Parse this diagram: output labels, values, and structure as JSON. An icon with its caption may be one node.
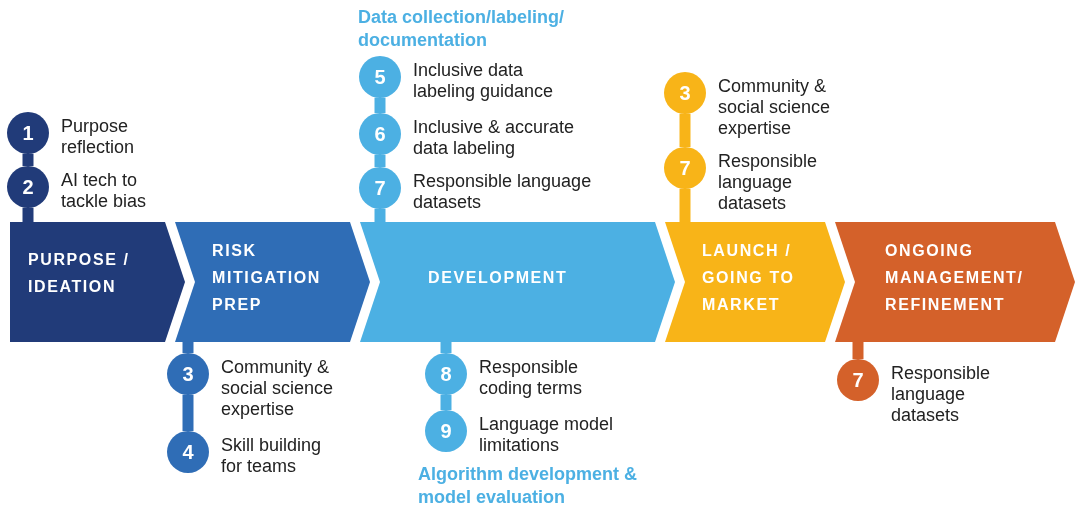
{
  "diagram": {
    "nodes": [
      {
        "text": [
          "PURPOSE / IDEATION"
        ]
      },
      {
        "text": [
          "RISK MITIGATION PREP"
        ]
      },
      {
        "text": [
          "DEVELOPMENT"
        ]
      },
      {
        "text": [
          "LAUNCH / GOING TO MARKET"
        ]
      },
      {
        "text": [
          "ONGOING MANAGEMENT/ REFINEMENT"
        ]
      },
      {
        "text": [
          "1"
        ],
        "beside": [
          "Purpose reflection"
        ]
      },
      {
        "text": [
          "2"
        ],
        "beside": [
          "AI tech to tackle bias"
        ]
      },
      {
        "text": [
          "3"
        ],
        "beside": [
          "Community & social science expertise"
        ]
      },
      {
        "text": [
          "4"
        ],
        "beside": [
          "Skill building for teams"
        ]
      },
      {
        "text": [
          "5"
        ],
        "beside": [
          "Inclusive data labeling guidance"
        ]
      },
      {
        "text": [
          "6"
        ],
        "beside": [
          "Inclusive & accurate data labeling"
        ]
      },
      {
        "text": [
          "7"
        ],
        "beside": [
          "Responsible language datasets"
        ]
      },
      {
        "text": [
          "8"
        ],
        "beside": [
          "Responsible coding terms"
        ]
      },
      {
        "text": [
          "9"
        ],
        "beside": [
          "Language model limitations"
        ]
      },
      {
        "text": [
          "3"
        ],
        "beside": [
          "Community & social science expertise"
        ]
      },
      {
        "text": [
          "7"
        ],
        "beside": [
          "Responsible language datasets"
        ]
      },
      {
        "text": [
          "7"
        ],
        "beside": [
          "Responsible language datasets"
        ]
      }
    ],
    "edges": [
      {
        "from": 0,
        "to": 6,
        "arrow": "none",
        "color": "#213b79"
      },
      {
        "from": 6,
        "to": 5,
        "arrow": "none",
        "color": "#213b79"
      },
      {
        "from": 1,
        "to": 7,
        "arrow": "none",
        "color": "#2f6db6"
      },
      {
        "from": 7,
        "to": 8,
        "arrow": "none",
        "color": "#2f6db6"
      },
      {
        "from": 2,
        "to": 11,
        "arrow": "none"
      },
      {
        "from": 11,
        "to": 10,
        "arrow": "none"
      },
      {
        "from": 10,
        "to": 9,
        "arrow": "none"
      },
      {
        "from": 2,
        "to": 12,
        "arrow": "none"
      },
      {
        "from": 12,
        "to": 13,
        "arrow": "none"
      },
      {
        "from": 3,
        "to": 15,
        "arrow": "none",
        "color": "#f8b418"
      },
      {
        "from": 15,
        "to": 14,
        "arrow": "none",
        "color": "#f8b418"
      },
      {
        "from": 4,
        "to": 16,
        "arrow": "none",
        "color": "#d4612a"
      }
    ],
    "labels": [
      "Data collection/labeling/ documentation",
      "Algorithm development & model evaluation"
    ]
  }
}
